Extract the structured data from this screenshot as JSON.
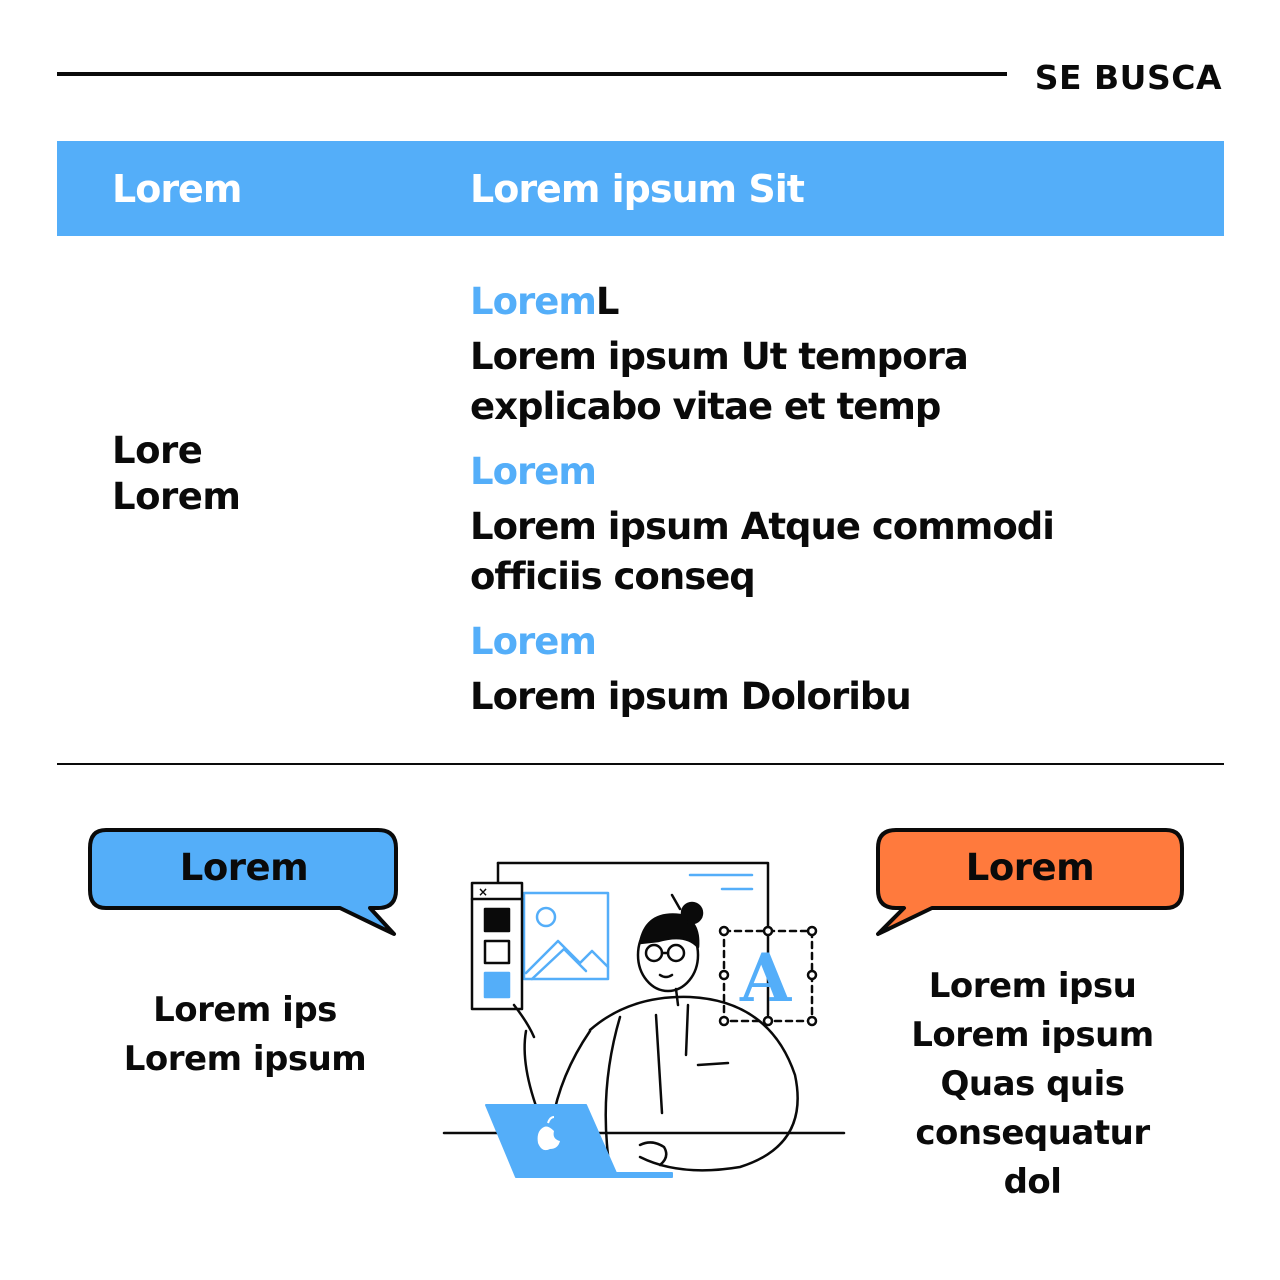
{
  "header": {
    "tag": "SE BUSCA"
  },
  "table": {
    "col1_header": "Lorem",
    "col2_header": "Lorem ipsum Sit",
    "row_label_line1": "Lore",
    "row_label_line2": "Lorem",
    "entries": [
      {
        "title": "Lorem",
        "title_suffix": "L",
        "text_line1": "Lorem ipsum Ut tempora",
        "text_line2": "explicabo vitae et temp"
      },
      {
        "title": "Lorem",
        "title_suffix": "",
        "text_line1": "Lorem ipsum Atque commodi",
        "text_line2": "officiis conseq"
      },
      {
        "title": "Lorem",
        "title_suffix": "",
        "text_line1": "Lorem ipsum Doloribu",
        "text_line2": ""
      }
    ]
  },
  "left_bubble": {
    "label": "Lorem",
    "color": "#54aef9"
  },
  "left_caption": {
    "line1": "Lorem ips",
    "line2": "Lorem ipsum"
  },
  "right_bubble": {
    "label": "Lorem",
    "color": "#ff7a3d"
  },
  "right_caption": {
    "line1": "Lorem ipsu",
    "line2": "Lorem ipsum",
    "line3": "Quas quis",
    "line4": "consequatur",
    "line5": "dol"
  },
  "illustration": {
    "icon": "designer-at-laptop-illustration",
    "window_close": "×",
    "typography_letter": "A"
  },
  "colors": {
    "accent_blue": "#54aef9",
    "accent_orange": "#ff7a3d",
    "ink": "#0a0a0a"
  }
}
